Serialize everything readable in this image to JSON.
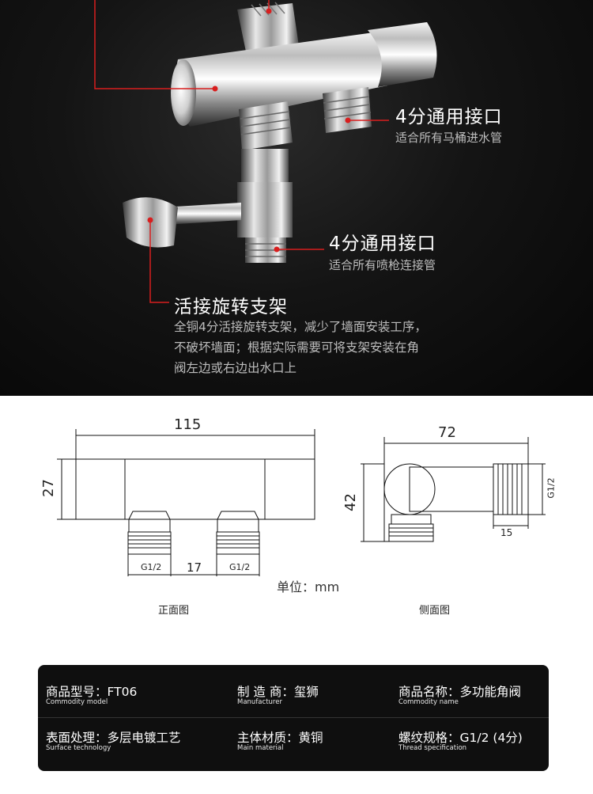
{
  "callouts": [
    {
      "title": "4分通用接口",
      "desc": "适合所有马桶进水管"
    },
    {
      "title": "4分通用接口",
      "desc": "适合所有喷枪连接管"
    },
    {
      "title": "活接旋转支架",
      "desc": "全铜4分活接旋转支架，减少了墙面安装工序，不破坏墙面；根据实际需要可将支架安装在角阀左边或右边出水口上"
    }
  ],
  "front_view": {
    "width_label": "115",
    "height_label": "27",
    "gap_label": "17",
    "thread_left": "G1/2",
    "thread_right": "G1/2",
    "caption": "正面图"
  },
  "side_view": {
    "width_label": "72",
    "height_label": "42",
    "thread_label": "G1/2",
    "length_label": "15",
    "caption": "侧面图"
  },
  "unit_label": "单位：mm",
  "specs": [
    {
      "key": "商品型号：",
      "value": "FT06",
      "en": "Commodity model"
    },
    {
      "key": "制 造 商：",
      "value": "玺狮",
      "en": "Manufacturer"
    },
    {
      "key": "商品名称：",
      "value": "多功能角阀",
      "en": "Commodity name"
    },
    {
      "key": "表面处理：",
      "value": "多层电镀工艺",
      "en": "Surface technology"
    },
    {
      "key": "主体材质：",
      "value": "黄铜",
      "en": "Main material"
    },
    {
      "key": "螺纹规格：",
      "value": "G1/2 (4分)",
      "en": "Thread specification"
    }
  ],
  "colors": {
    "accent": "#d81e1e",
    "dark_bg": "#0f0f0f"
  }
}
